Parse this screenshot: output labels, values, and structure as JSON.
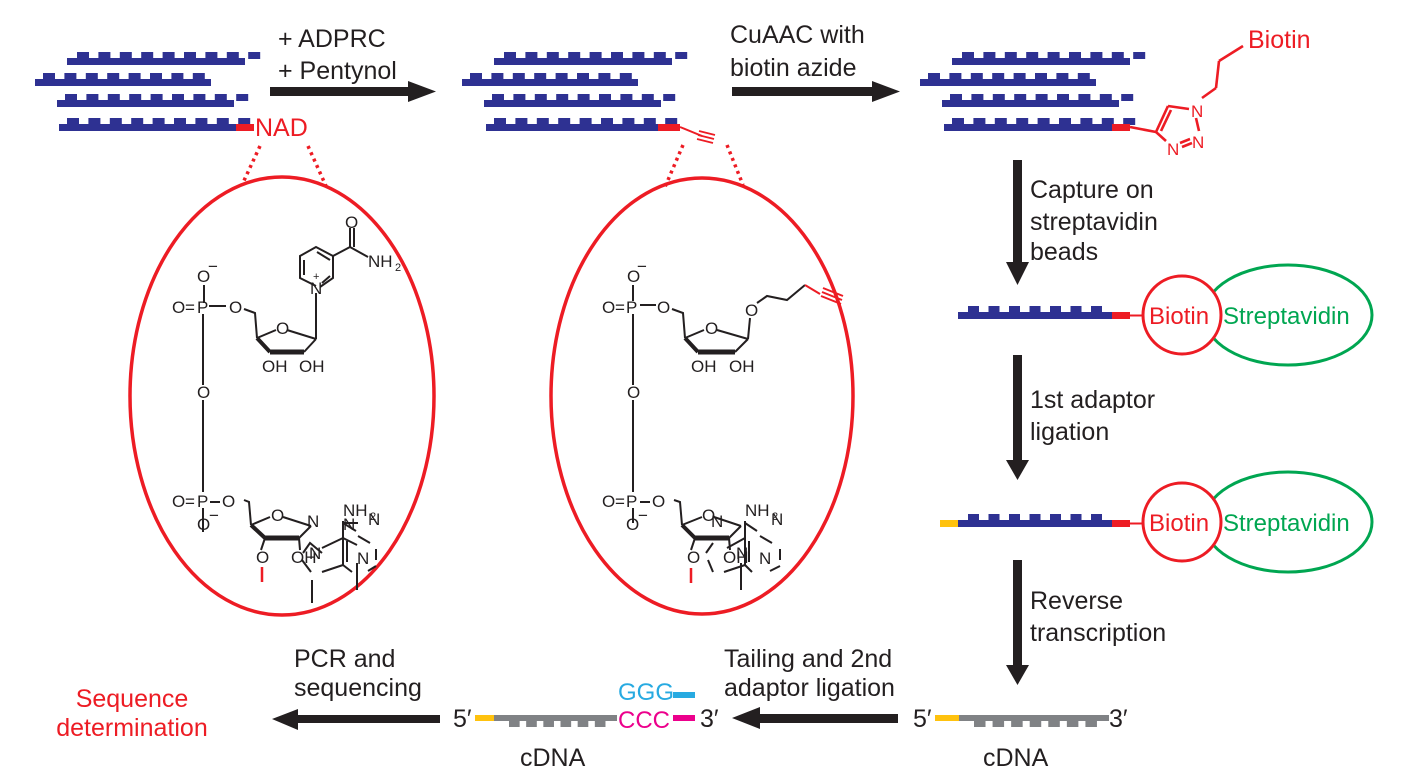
{
  "colors": {
    "rna": "#2e3192",
    "modification": "#ed1c24",
    "streptavidin": "#00a651",
    "adaptor1": "#ffc20e",
    "cdna": "#808285",
    "ggg": "#27aae1",
    "ccc": "#ec008c",
    "arrow": "#231f20",
    "text": "#231f20"
  },
  "steps": {
    "step1": {
      "line1": "+ ADPRC",
      "line2": "+ Pentynol"
    },
    "step2": {
      "line1": "CuAAC with",
      "line2": "biotin azide"
    },
    "step3": {
      "line1": "Capture on",
      "line2": "streptavidin",
      "line3": "beads"
    },
    "step4": {
      "line1": "1st adaptor",
      "line2": "ligation"
    },
    "step5": {
      "line1": "Reverse",
      "line2": "transcription"
    },
    "step6": {
      "line1": "Tailing and 2nd",
      "line2": "adaptor ligation"
    },
    "step7": {
      "line1": "PCR and",
      "line2": "sequencing"
    }
  },
  "labels": {
    "nad": "NAD",
    "biotin": "Biotin",
    "streptavidin": "Streptavidin",
    "cdna": "cDNA",
    "five_prime": "5′",
    "three_prime": "3′",
    "ggg": "GGG",
    "ccc": "CCC",
    "result_line1": "Sequence",
    "result_line2": "determination"
  },
  "chemistry": {
    "O": "O",
    "O_minus": "O",
    "minus": "−",
    "P": "P",
    "N": "N",
    "N_plus": "+",
    "NH2": "NH",
    "sub2": "2",
    "OH": "OH",
    "eq": "="
  }
}
